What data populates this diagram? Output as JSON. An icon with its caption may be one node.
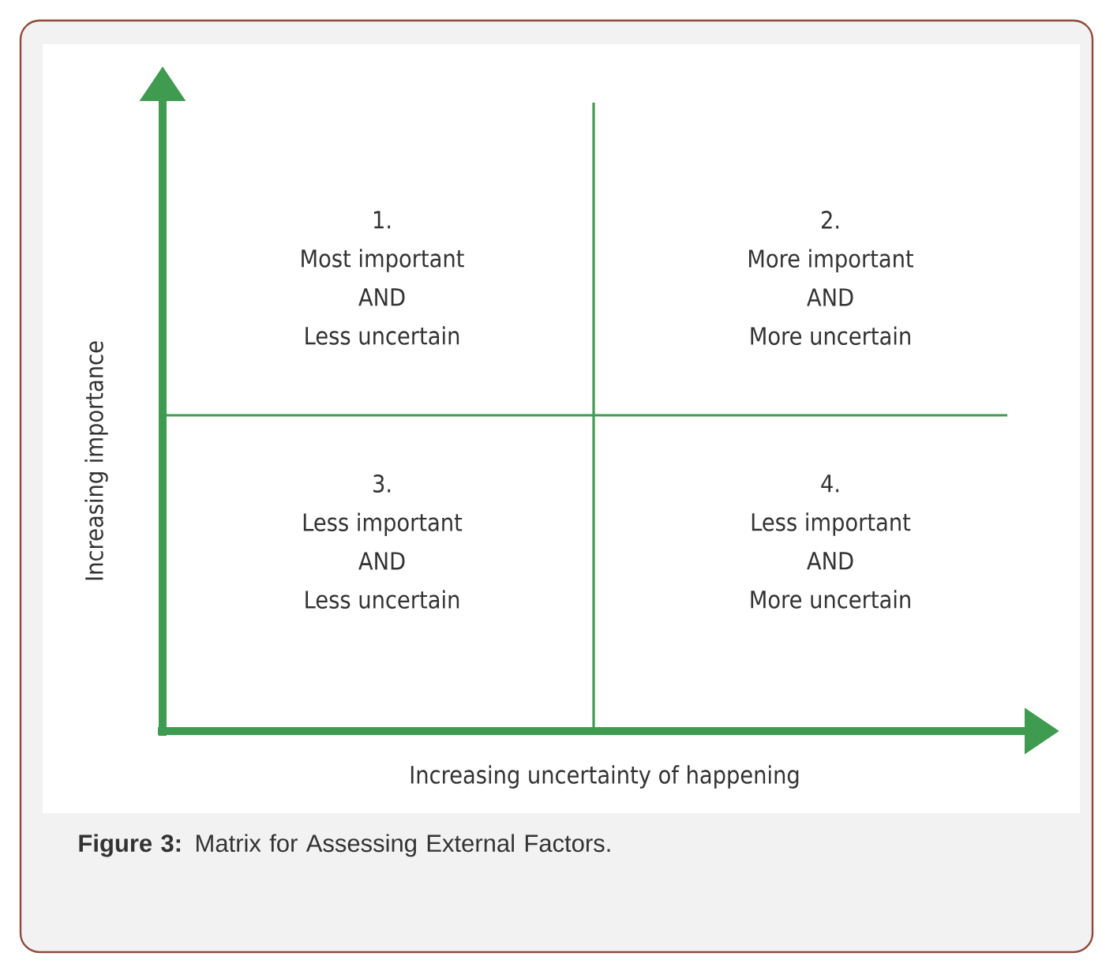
{
  "diagram": {
    "caption": "**Figure 3:** Matrix for Assessing External Factors.",
    "nodes": [
      {
        "text": [
          "1.",
          "Most important",
          "AND",
          "Less uncertain"
        ]
      },
      {
        "text": [
          "2.",
          "More important",
          "AND",
          "More uncertain"
        ]
      },
      {
        "text": [
          "3.",
          "Less important",
          "AND",
          "Less uncertain"
        ]
      },
      {
        "text": [
          "4.",
          "Less important",
          "AND",
          "More uncertain"
        ]
      }
    ],
    "labels": [
      "Increasing importance",
      "Increasing uncertainty of happening"
    ]
  }
}
